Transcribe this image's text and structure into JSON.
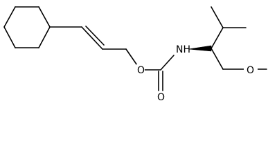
{
  "structure": {
    "atoms": {
      "amine": "NH",
      "carbamate_ether_oxygen": "O",
      "carbonyl_oxygen": "O",
      "methoxy_group": "O"
    }
  }
}
